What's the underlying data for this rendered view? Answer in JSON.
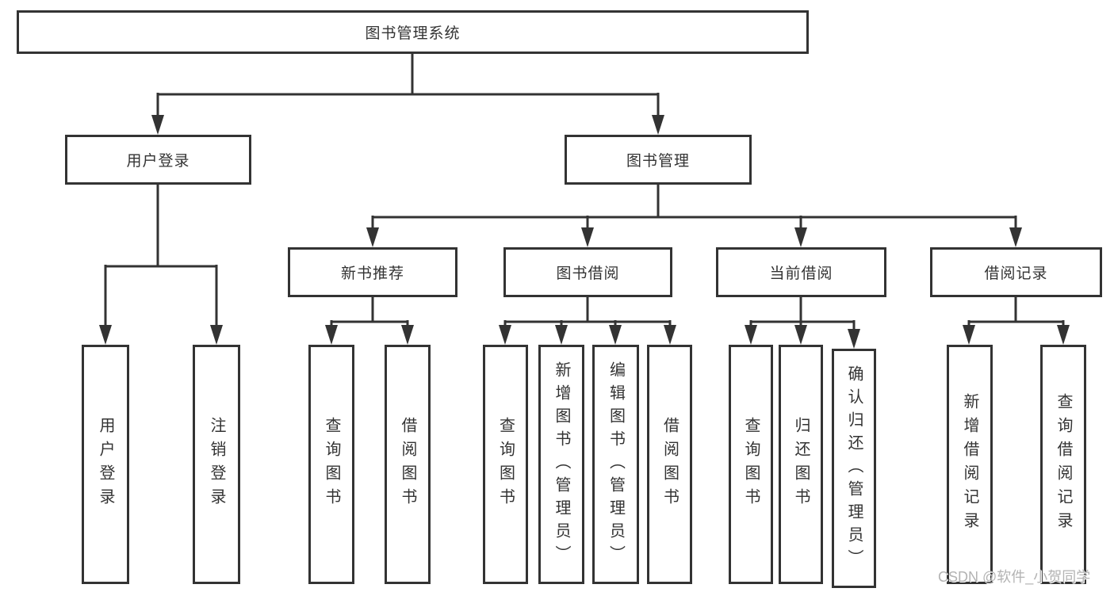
{
  "diagram": {
    "title": "图书管理系统",
    "level2": [
      {
        "id": "user-login",
        "label": "用户登录"
      },
      {
        "id": "book-management",
        "label": "图书管理"
      }
    ],
    "level3": [
      {
        "id": "new-book-recommend",
        "label": "新书推荐",
        "parent": "图书管理"
      },
      {
        "id": "book-borrow",
        "label": "图书借阅",
        "parent": "图书管理"
      },
      {
        "id": "current-borrow",
        "label": "当前借阅",
        "parent": "图书管理"
      },
      {
        "id": "borrow-record",
        "label": "借阅记录",
        "parent": "图书管理"
      }
    ],
    "leaves": [
      {
        "label": "用户登录",
        "parent": "用户登录"
      },
      {
        "label": "注销登录",
        "parent": "用户登录"
      },
      {
        "label": "查询图书",
        "parent": "新书推荐"
      },
      {
        "label": "借阅图书",
        "parent": "新书推荐"
      },
      {
        "label": "查询图书",
        "parent": "图书借阅"
      },
      {
        "label": "新增图书（管理员）",
        "parent": "图书借阅"
      },
      {
        "label": "编辑图书（管理员）",
        "parent": "图书借阅"
      },
      {
        "label": "借阅图书",
        "parent": "图书借阅"
      },
      {
        "label": "查询图书",
        "parent": "当前借阅"
      },
      {
        "label": "归还图书",
        "parent": "当前借阅"
      },
      {
        "label": "确认归还（管理员）",
        "parent": "当前借阅"
      },
      {
        "label": "新增借阅记录",
        "parent": "借阅记录"
      },
      {
        "label": "查询借阅记录",
        "parent": "借阅记录"
      }
    ]
  },
  "watermark": {
    "text": "CSDN @软件_小贺同学",
    "color": "#b3b3b3"
  },
  "colors": {
    "background": "#ffffff",
    "line": "#333333",
    "box_border": "#333333",
    "text": "#333333"
  }
}
